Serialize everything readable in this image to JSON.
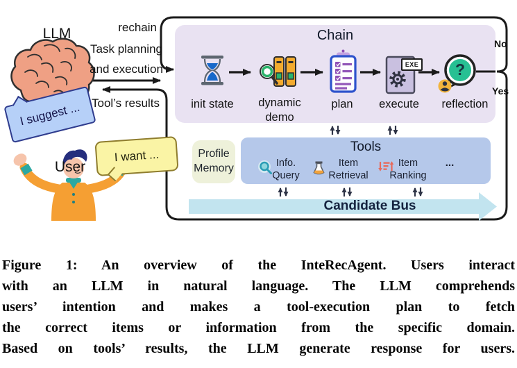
{
  "figure": {
    "labels": {
      "llm": "LLM",
      "user": "User",
      "rechain": "rechain",
      "task_planning_1": "Task planning",
      "task_planning_2": "and execution",
      "tools_results": "Tool’s results",
      "no": "No",
      "yes": "Yes"
    },
    "bubbles": {
      "llm": "I suggest ...",
      "user": "I want ..."
    },
    "chain": {
      "title": "Chain",
      "steps": [
        {
          "label": "init state"
        },
        {
          "label_line1": "dynamic",
          "label_line2": "demo"
        },
        {
          "label": "plan"
        },
        {
          "label": "execute",
          "badge": "EXE"
        },
        {
          "label": "reflection",
          "mark": "?"
        }
      ]
    },
    "memory": {
      "line1": "Profile",
      "line2": "Memory"
    },
    "tools": {
      "title": "Tools",
      "items": [
        {
          "line1": "Info.",
          "line2": "Query"
        },
        {
          "line1": "Item",
          "line2": "Retrieval"
        },
        {
          "line1": "Item",
          "line2": "Ranking"
        }
      ],
      "more": "..."
    },
    "candidate_bus": "Candidate Bus"
  },
  "caption": {
    "lines": [
      "Figure 1: An overview of the InteRecAgent. Users interact",
      "with an LLM in natural language. The LLM comprehends",
      "users’ intention and makes a tool-execution plan to fetch",
      "the correct items or information from the specific domain.",
      "Based on tools’ results, the LLM generate response for users."
    ]
  },
  "colors": {
    "chain_bg": "#e9e2f2",
    "tools_bg": "#b5c8ea",
    "memory_bg": "#eef1da",
    "bus_bg": "#c2e4ef",
    "llm_bubble_bg": "#b6d0f8",
    "user_bubble_bg": "#faf4a5",
    "reflection_green": "#27c093",
    "ranking_red": "#e8695a",
    "sand_blue": "#1768c9",
    "binder_orange": "#f3ab2f",
    "person_badge_orange": "#f2b43c",
    "outline": "#1a1a1a"
  }
}
